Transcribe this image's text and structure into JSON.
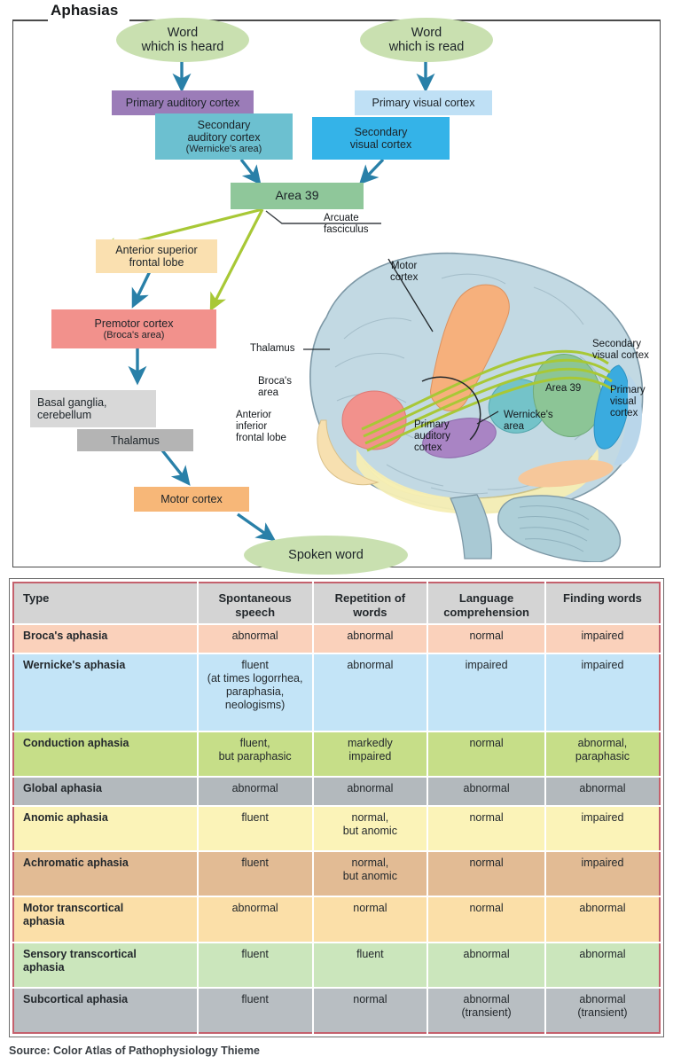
{
  "section": {
    "title": "Aphasias"
  },
  "flow": {
    "nodes": [
      {
        "id": "word-heard",
        "label": "Word\nwhich is heard",
        "shape": "ellipse",
        "color": "#c9e0b0"
      },
      {
        "id": "word-read",
        "label": "Word\nwhich is read",
        "shape": "ellipse",
        "color": "#c9e0b0"
      },
      {
        "id": "primary-auditory",
        "label": "Primary auditory cortex",
        "shape": "box",
        "color": "#9b7cb8"
      },
      {
        "id": "secondary-auditory",
        "label": "Secondary\nauditory cortex",
        "sub": "(Wernicke's area)",
        "shape": "box",
        "color": "#6cc0d0"
      },
      {
        "id": "primary-visual",
        "label": "Primary visual cortex",
        "shape": "box",
        "color": "#bfe0f5"
      },
      {
        "id": "secondary-visual",
        "label": "Secondary\nvisual cortex",
        "shape": "box",
        "color": "#34b3e8"
      },
      {
        "id": "area-39",
        "label": "Area 39",
        "shape": "box",
        "color": "#8fc79a"
      },
      {
        "id": "anterior-superior",
        "label": "Anterior superior\nfrontal lobe",
        "shape": "box",
        "color": "#fae0b0"
      },
      {
        "id": "premotor",
        "label": "Premotor cortex",
        "sub": "(Broca's area)",
        "shape": "box",
        "color": "#f2918c"
      },
      {
        "id": "basal-ganglia",
        "label": "Basal ganglia,\ncerebellum",
        "shape": "box",
        "color": "#d8d8d8"
      },
      {
        "id": "thalamus",
        "label": "Thalamus",
        "shape": "box",
        "color": "#b4b4b4"
      },
      {
        "id": "motor-cortex",
        "label": "Motor cortex",
        "shape": "box",
        "color": "#f7b778"
      },
      {
        "id": "spoken-word",
        "label": "Spoken word",
        "shape": "ellipse",
        "color": "#c9e0b0"
      }
    ],
    "arrow_color_blue": "#2980a8",
    "arrow_color_green": "#a8c836"
  },
  "brain": {
    "labels": [
      {
        "id": "arcuate-fasciculus",
        "text": "Arcuate\nfasciculus"
      },
      {
        "id": "motor-cortex",
        "text": "Motor\ncortex"
      },
      {
        "id": "thalamus",
        "text": "Thalamus"
      },
      {
        "id": "brocas-area",
        "text": "Broca's\narea"
      },
      {
        "id": "anterior-inferior",
        "text": "Anterior\ninferior\nfrontal lobe"
      },
      {
        "id": "primary-auditory",
        "text": "Primary\nauditory\ncortex"
      },
      {
        "id": "wernickes-area",
        "text": "Wernicke's\narea"
      },
      {
        "id": "area-39",
        "text": "Area 39"
      },
      {
        "id": "secondary-visual",
        "text": "Secondary\nvisual cortex"
      },
      {
        "id": "primary-visual",
        "text": "Primary\nvisual\ncortex"
      }
    ],
    "colors": {
      "cortex": "#c2d9e3",
      "motor_cortex": "#f6b07c",
      "brocas": "#f2918c",
      "auditory": "#a984c4",
      "wernickes": "#74c3c9",
      "area39": "#8cc596",
      "visual_secondary": "#3aabdf",
      "visual_primary": "#b9d6ea",
      "white_matter": "#f5eeb4",
      "frontal_lobe": "#f7e0b0",
      "arcuate": "#a8c836",
      "cerebellum": "#aecfd8"
    }
  },
  "table": {
    "headers": [
      "Type",
      "Spontaneous\nspeech",
      "Repetition of\nwords",
      "Language\ncomprehension",
      "Finding words"
    ],
    "rows": [
      {
        "type": "Broca's aphasia",
        "color": "#fad1bb",
        "cells": [
          "abnormal",
          "abnormal",
          "normal",
          "impaired"
        ]
      },
      {
        "type": "Wernicke's aphasia",
        "color": "#c3e4f7",
        "cells": [
          "fluent\n(at times logorrhea,\nparaphasia,\nneologisms)",
          "abnormal",
          "impaired",
          "impaired"
        ]
      },
      {
        "type": "Conduction aphasia",
        "color": "#c6de88",
        "cells": [
          "fluent,\nbut paraphasic",
          "markedly\nimpaired",
          "normal",
          "abnormal,\nparaphasic"
        ]
      },
      {
        "type": "Global aphasia",
        "color": "#b3b9bd",
        "cells": [
          "abnormal",
          "abnormal",
          "abnormal",
          "abnormal"
        ]
      },
      {
        "type": "Anomic aphasia",
        "color": "#fbf3b8",
        "cells": [
          "fluent",
          "normal,\nbut anomic",
          "normal",
          "impaired"
        ]
      },
      {
        "type": "Achromatic aphasia",
        "color": "#e2bb94",
        "cells": [
          "fluent",
          "normal,\nbut anomic",
          "normal",
          "impaired"
        ]
      },
      {
        "type": "Motor transcortical\naphasia",
        "color": "#fbdfa8",
        "cells": [
          "abnormal",
          "normal",
          "normal",
          "abnormal"
        ]
      },
      {
        "type": "Sensory transcortical\naphasia",
        "color": "#cbe6bc",
        "cells": [
          "fluent",
          "fluent",
          "abnormal",
          "abnormal"
        ]
      },
      {
        "type": "Subcortical aphasia",
        "color": "#b8bec2",
        "cells": [
          "fluent",
          "normal",
          "abnormal\n(transient)",
          "abnormal\n(transient)"
        ]
      }
    ]
  },
  "source": {
    "text": "Source: Color Atlas of Pathophysiology Thieme"
  }
}
